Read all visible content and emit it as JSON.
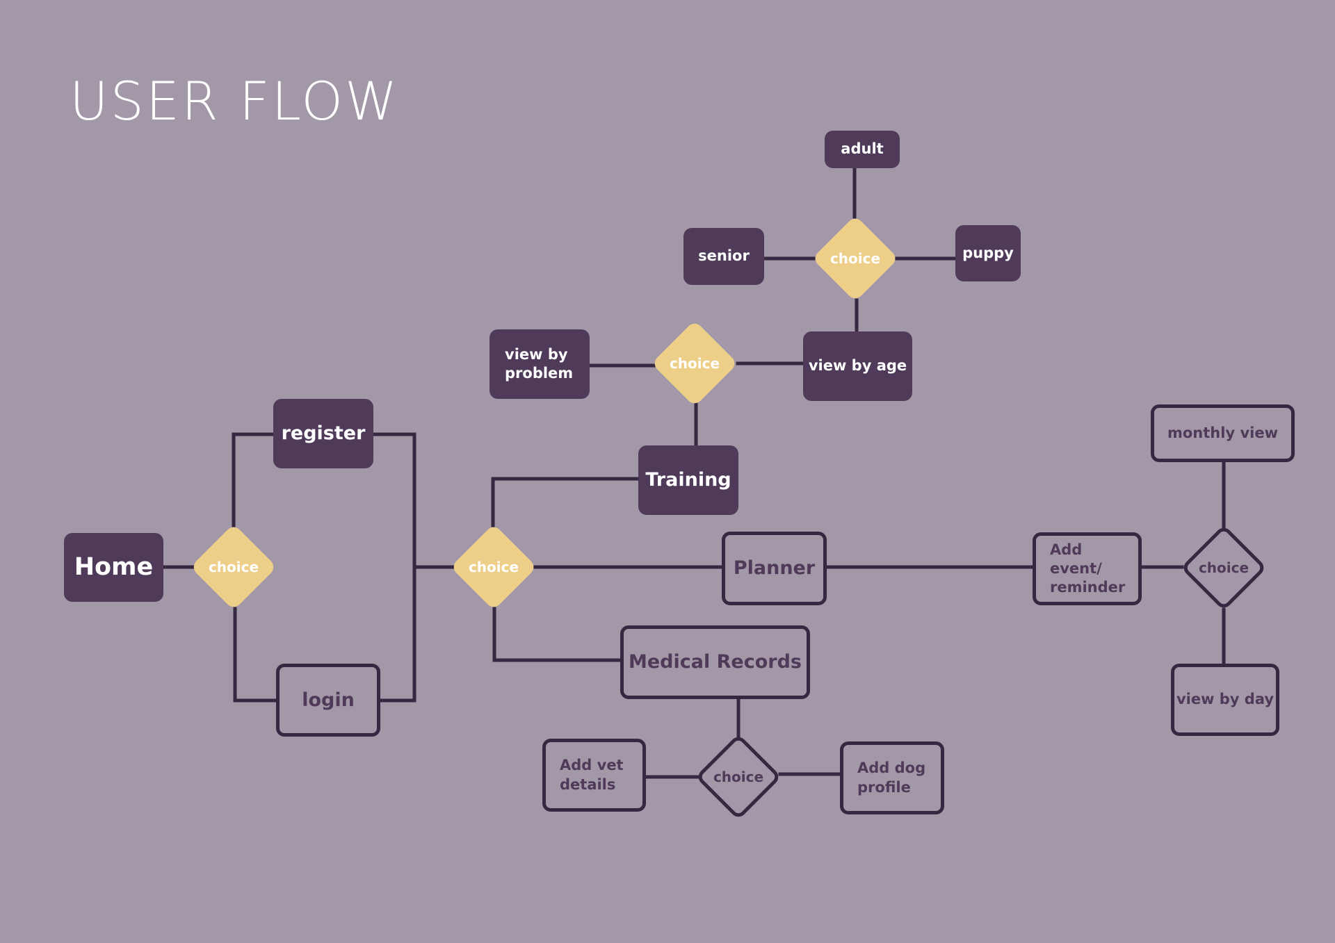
{
  "title": "USER FLOW",
  "colors": {
    "background": "#a398a8",
    "node_dark": "#4f3b59",
    "line": "#352840",
    "choice_yellow": "#edcf8a"
  },
  "nodes": {
    "home": "Home",
    "register": "register",
    "login": "login",
    "training": "Training",
    "planner": "Planner",
    "medical_records": "Medical Records",
    "view_by_problem": "view by\nproblem",
    "view_by_age": "view by age",
    "adult": "adult",
    "senior": "senior",
    "puppy": "puppy",
    "add_event": "Add event/\nreminder",
    "monthly_view": "monthly view",
    "view_by_day": "view by day",
    "add_vet_details": "Add vet\ndetails",
    "add_dog_profile": "Add dog\nprofile"
  },
  "choice_label": "choice"
}
